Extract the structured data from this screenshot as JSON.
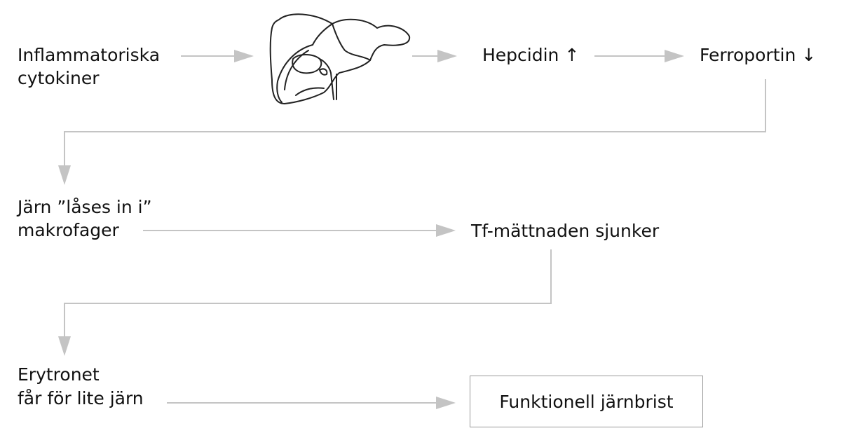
{
  "nodes": {
    "cytokines": {
      "line1": "Inflammatoriska",
      "line2": "cytokiner"
    },
    "hepcidin": "Hepcidin ↑",
    "ferroportin": "Ferroportin ↓",
    "iron_locked": {
      "line1": "Järn ”låses in i”",
      "line2": "makrofager"
    },
    "tf_saturation": "Tf-mättnaden sjunker",
    "erythron": {
      "line1": "Erytronet",
      "line2": "får för lite järn"
    },
    "result": "Funktionell järnbrist"
  },
  "icons": {
    "organ": "liver-icon"
  },
  "colors": {
    "text": "#111111",
    "arrow": "#bbbbbb",
    "box_border": "#999999",
    "liver_stroke": "#222222"
  }
}
